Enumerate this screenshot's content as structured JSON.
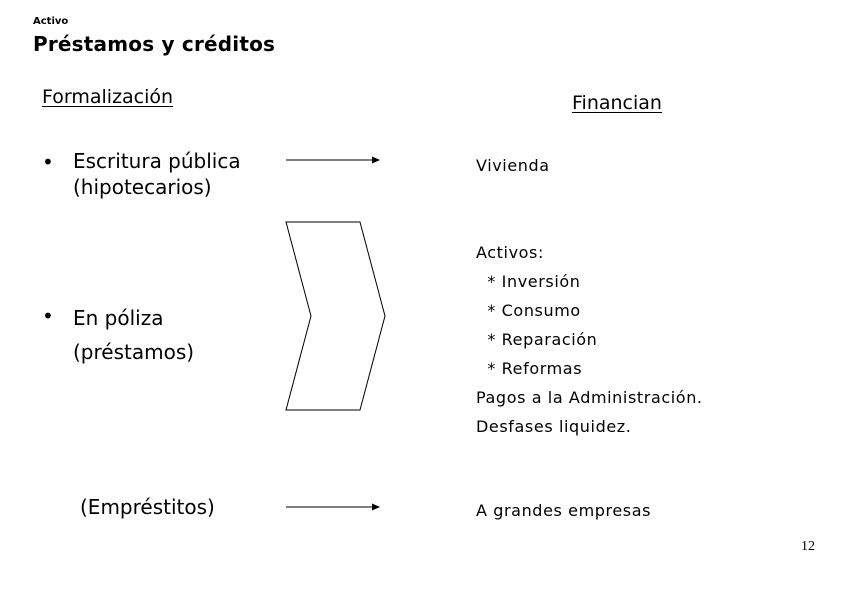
{
  "header": {
    "kicker": "Activo",
    "title": "Préstamos y créditos"
  },
  "columns": {
    "left_heading": "Formalización",
    "right_heading": "Financian"
  },
  "rows": {
    "row1": {
      "bullet": "•",
      "left_line1": "Escritura pública",
      "left_line2": "(hipotecarios)",
      "right": "Vivienda"
    },
    "row2": {
      "bullet": "•",
      "left_line1": "En póliza",
      "left_line2": "(préstamos)",
      "right_lines": [
        "Activos:",
        "  * Inversión",
        "  * Consumo",
        "  * Reparación",
        "  * Reformas",
        "Pagos a la Administración.",
        "Desfases liquidez."
      ]
    },
    "row3": {
      "left": "(Empréstitos)",
      "right": "A grandes empresas"
    }
  },
  "footer": {
    "page_number": "12"
  }
}
